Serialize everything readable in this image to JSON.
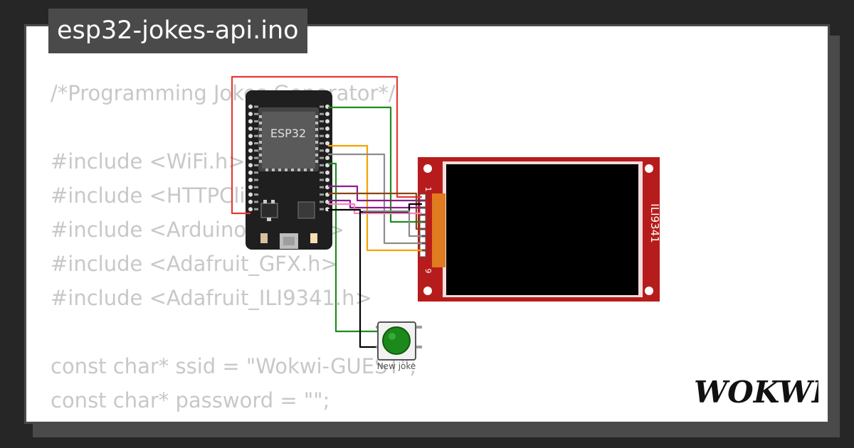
{
  "title": "esp32-jokes-api.ino",
  "code_lines": [
    "/*Programming Jokes Generator*/",
    "",
    "#include <WiFi.h>",
    "#include <HTTPClient.h>",
    "#include <Arduino_JSON.h>",
    "#include <Adafruit_GFX.h>",
    "#include <Adafruit_ILI9341.h>",
    "",
    "const char* ssid = \"Wokwi-GUEST\";",
    "const char* password = \"\";"
  ],
  "esp32": {
    "label": "ESP32"
  },
  "display": {
    "label": "ILI9341",
    "pin_first": "1",
    "pin_last": "9"
  },
  "button": {
    "label": "New joke"
  },
  "logo": {
    "text": "WOKWI"
  },
  "colors": {
    "background": "#262626",
    "card": "#ffffff",
    "frame": "#4a4a4a",
    "code_text": "#c8c8c8",
    "board": "#1f1f1f",
    "display_pcb": "#b71c1c",
    "display_screen": "#000000",
    "button_cap": "#1b8a1b",
    "wire_red": "#e53935",
    "wire_green": "#1e8c1e",
    "wire_orange": "#f5a300",
    "wire_gray": "#8c8c8c",
    "wire_purple": "#8e1b8e",
    "wire_brown": "#8b4513",
    "wire_pink": "#ff80c0",
    "wire_black": "#000000"
  }
}
